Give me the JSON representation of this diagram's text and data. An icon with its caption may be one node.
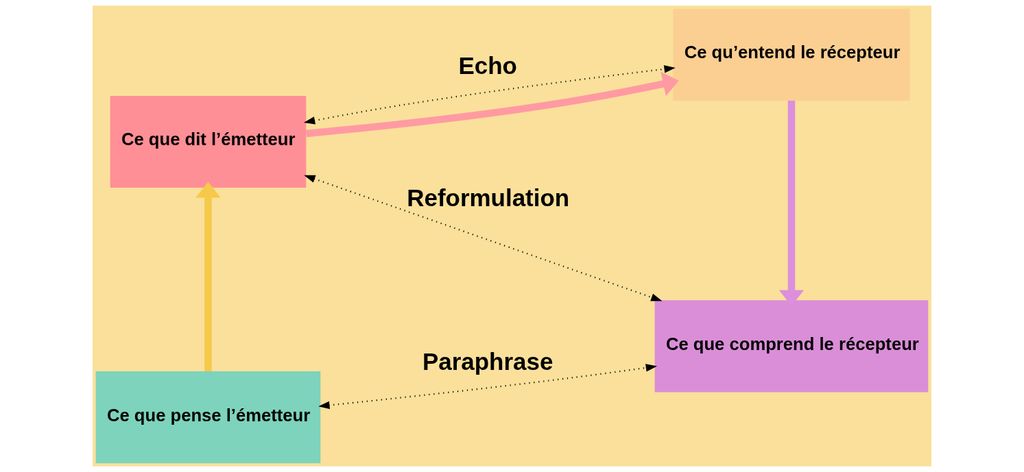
{
  "diagram": {
    "nodes": [
      {
        "text": [
          "Ce que dit l’émetteur"
        ]
      },
      {
        "text": [
          "Ce qu’entend le récepteur"
        ]
      },
      {
        "text": [
          "Ce que pense l’émetteur"
        ]
      },
      {
        "text": [
          "Ce que comprend le récepteur"
        ]
      }
    ],
    "edges": [
      {
        "from": 0,
        "to": 1,
        "arrow": "both",
        "label": "Echo",
        "style": "dashed"
      },
      {
        "from": 0,
        "to": 1,
        "arrow": "to",
        "style": "thick",
        "color": "#ff9aa2"
      },
      {
        "from": 1,
        "to": 3,
        "arrow": "to",
        "style": "thick",
        "color": "#dc8fdc"
      },
      {
        "from": 2,
        "to": 0,
        "arrow": "to",
        "style": "thick",
        "color": "#f6c94a"
      },
      {
        "from": 0,
        "to": 3,
        "arrow": "both",
        "label": "Reformulation",
        "style": "dashed"
      },
      {
        "from": 2,
        "to": 3,
        "arrow": "both",
        "label": "Paraphrase",
        "style": "dashed"
      }
    ]
  }
}
